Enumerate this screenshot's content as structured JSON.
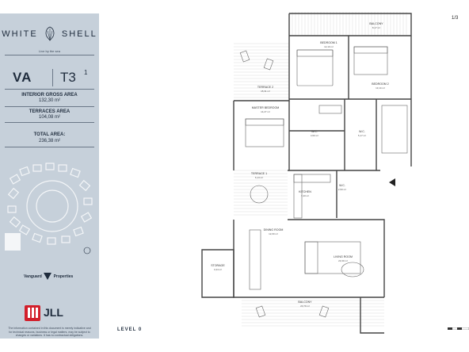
{
  "brand": {
    "left": "WHITE",
    "right": "SHELL",
    "tagline": "Live by the sea"
  },
  "unit": {
    "block": "VA",
    "type": "T3",
    "type_sup": "1"
  },
  "areas": {
    "interior_label": "INTERIOR GROSS AREA",
    "interior_value": "132,30 m²",
    "terraces_label": "TERRACES AREA",
    "terraces_value": "104,08 m²",
    "total_label": "TOTAL AREA:",
    "total_value": "236,38 m²"
  },
  "logos": {
    "vanguard_left": "Vanguard",
    "vanguard_right": "Properties",
    "jll": "JLL"
  },
  "disclaimer": "The information contained in this document is merely indicative and for technical reasons, business or legal matters, may be subject to changes or variations. It has no contractual obligations.",
  "page_indicator": "1/3",
  "level": "LEVEL 0",
  "rooms": {
    "balcony_top": {
      "name": "BALCONY",
      "area": "8,17 m²"
    },
    "bedroom1": {
      "name": "BEDROOM 1",
      "area": "12,10 m²"
    },
    "bedroom2": {
      "name": "BEDROOM 2",
      "area": "13,14 m²"
    },
    "terrace2": {
      "name": "TERRACE 2",
      "area": "15,31 m²"
    },
    "master": {
      "name": "MASTER BEDROOM",
      "area": "14,27 m²"
    },
    "wc1": {
      "name": "W.C.",
      "area": "4,50 m²"
    },
    "wc2": {
      "name": "W.C.",
      "area": "5,17 m²"
    },
    "wc3": {
      "name": "W.C.",
      "area": "2,50 m²"
    },
    "terrace1": {
      "name": "TERRACE 1",
      "area": "6,13 m²"
    },
    "kitchen": {
      "name": "KITCHEN",
      "area": "7,40 m²"
    },
    "dining": {
      "name": "DINING ROOM",
      "area": "12,00 m²"
    },
    "living": {
      "name": "LIVING ROOM",
      "area": "23,30 m²"
    },
    "storage": {
      "name": "STORAGE",
      "area": "3,44 m²"
    },
    "balcony_bottom": {
      "name": "BALCONY",
      "area": "20,79 m²"
    }
  },
  "colors": {
    "sidebar": "#c6d0da",
    "navy": "#1f2c3d",
    "jll_red": "#d21f2b"
  }
}
